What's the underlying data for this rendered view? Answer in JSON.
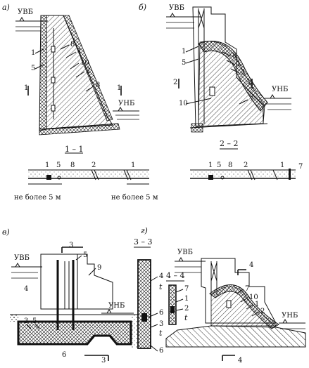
{
  "panels": {
    "a": {
      "letter": "а)",
      "upstream_level": "УВБ",
      "downstream_level": "УНБ",
      "numbers": [
        "1",
        "5",
        "8",
        "1",
        "10",
        "2",
        "8"
      ],
      "section_marks": [
        "1",
        "1"
      ]
    },
    "b": {
      "letter": "б)",
      "upstream_level": "УВБ",
      "downstream_level": "УНБ",
      "numbers": [
        "1",
        "5",
        "8",
        "1",
        "2",
        "10",
        "7"
      ],
      "section_marks": [
        "2",
        "2"
      ]
    },
    "sec11": {
      "title": "1 – 1",
      "numbers": [
        "1",
        "5",
        "8",
        "2",
        "1"
      ],
      "spacing_left": "не более 5 м",
      "spacing_right": "не более 5 м"
    },
    "sec22": {
      "title": "2 – 2",
      "numbers": [
        "1",
        "5",
        "8",
        "2",
        "1",
        "7"
      ]
    },
    "v": {
      "letter": "в)",
      "upstream_level": "УВБ",
      "downstream_level": "УНБ",
      "numbers": [
        "5",
        "9",
        "4",
        "3",
        "5",
        "6"
      ],
      "section_marks": [
        "3",
        "3"
      ]
    },
    "sec33": {
      "title": "3 – 3",
      "numbers": [
        "4",
        "6",
        "3",
        "6"
      ],
      "thickness": [
        "t",
        "t"
      ]
    },
    "g": {
      "letter": "г)",
      "upstream_level": "УВБ",
      "downstream_level": "УНБ",
      "numbers": [
        "7",
        "10",
        "1",
        "2"
      ],
      "section_marks": [
        "4",
        "4"
      ]
    },
    "sec44": {
      "title": "4 – 4",
      "numbers": [
        "7",
        "1",
        "2"
      ],
      "thickness": [
        "t"
      ]
    }
  }
}
